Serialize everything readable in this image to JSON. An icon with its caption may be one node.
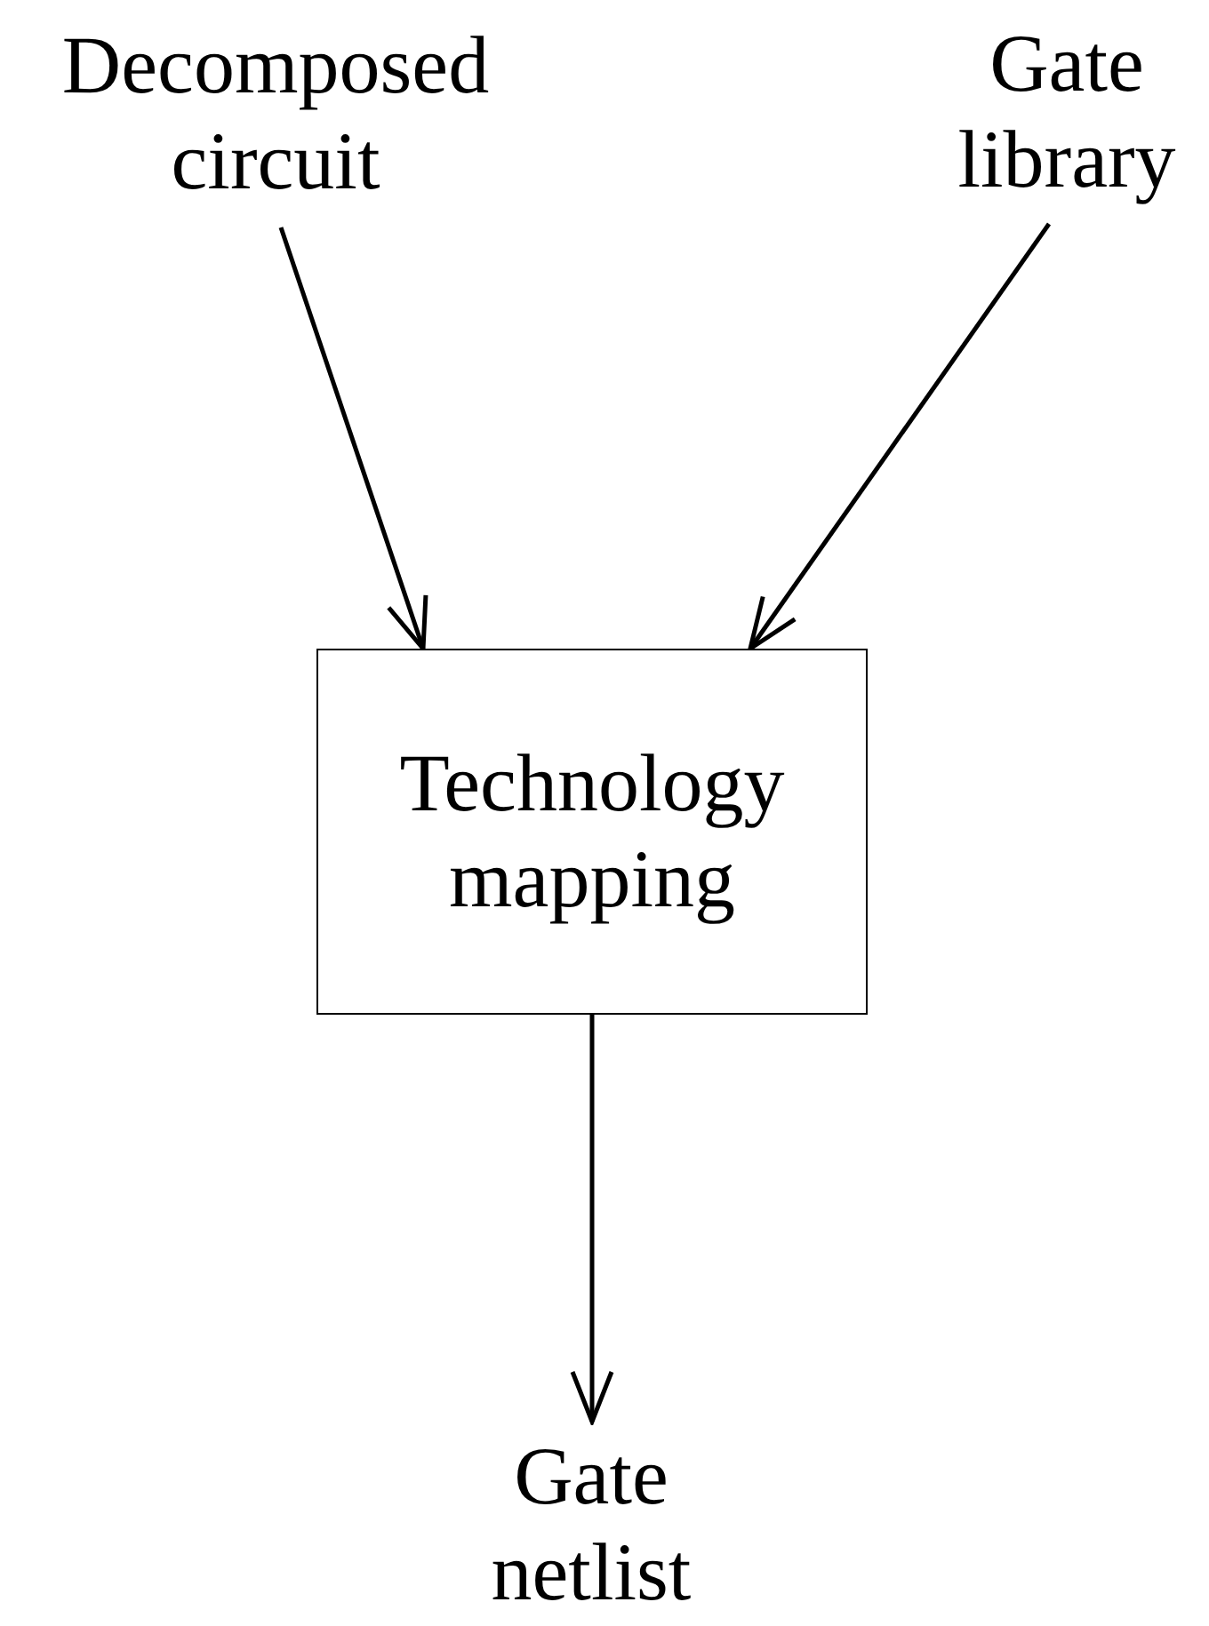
{
  "diagram": {
    "nodes": [
      {
        "text": [
          "Decomposed circuit"
        ]
      },
      {
        "text": [
          "Gate library"
        ]
      },
      {
        "text": [
          "Technology mapping"
        ]
      },
      {
        "text": [
          "Gate netlist"
        ]
      }
    ],
    "edges": [
      {
        "from": 0,
        "to": 2,
        "arrow": "to"
      },
      {
        "from": 1,
        "to": 2,
        "arrow": "to"
      },
      {
        "from": 2,
        "to": 3,
        "arrow": "to"
      }
    ]
  }
}
